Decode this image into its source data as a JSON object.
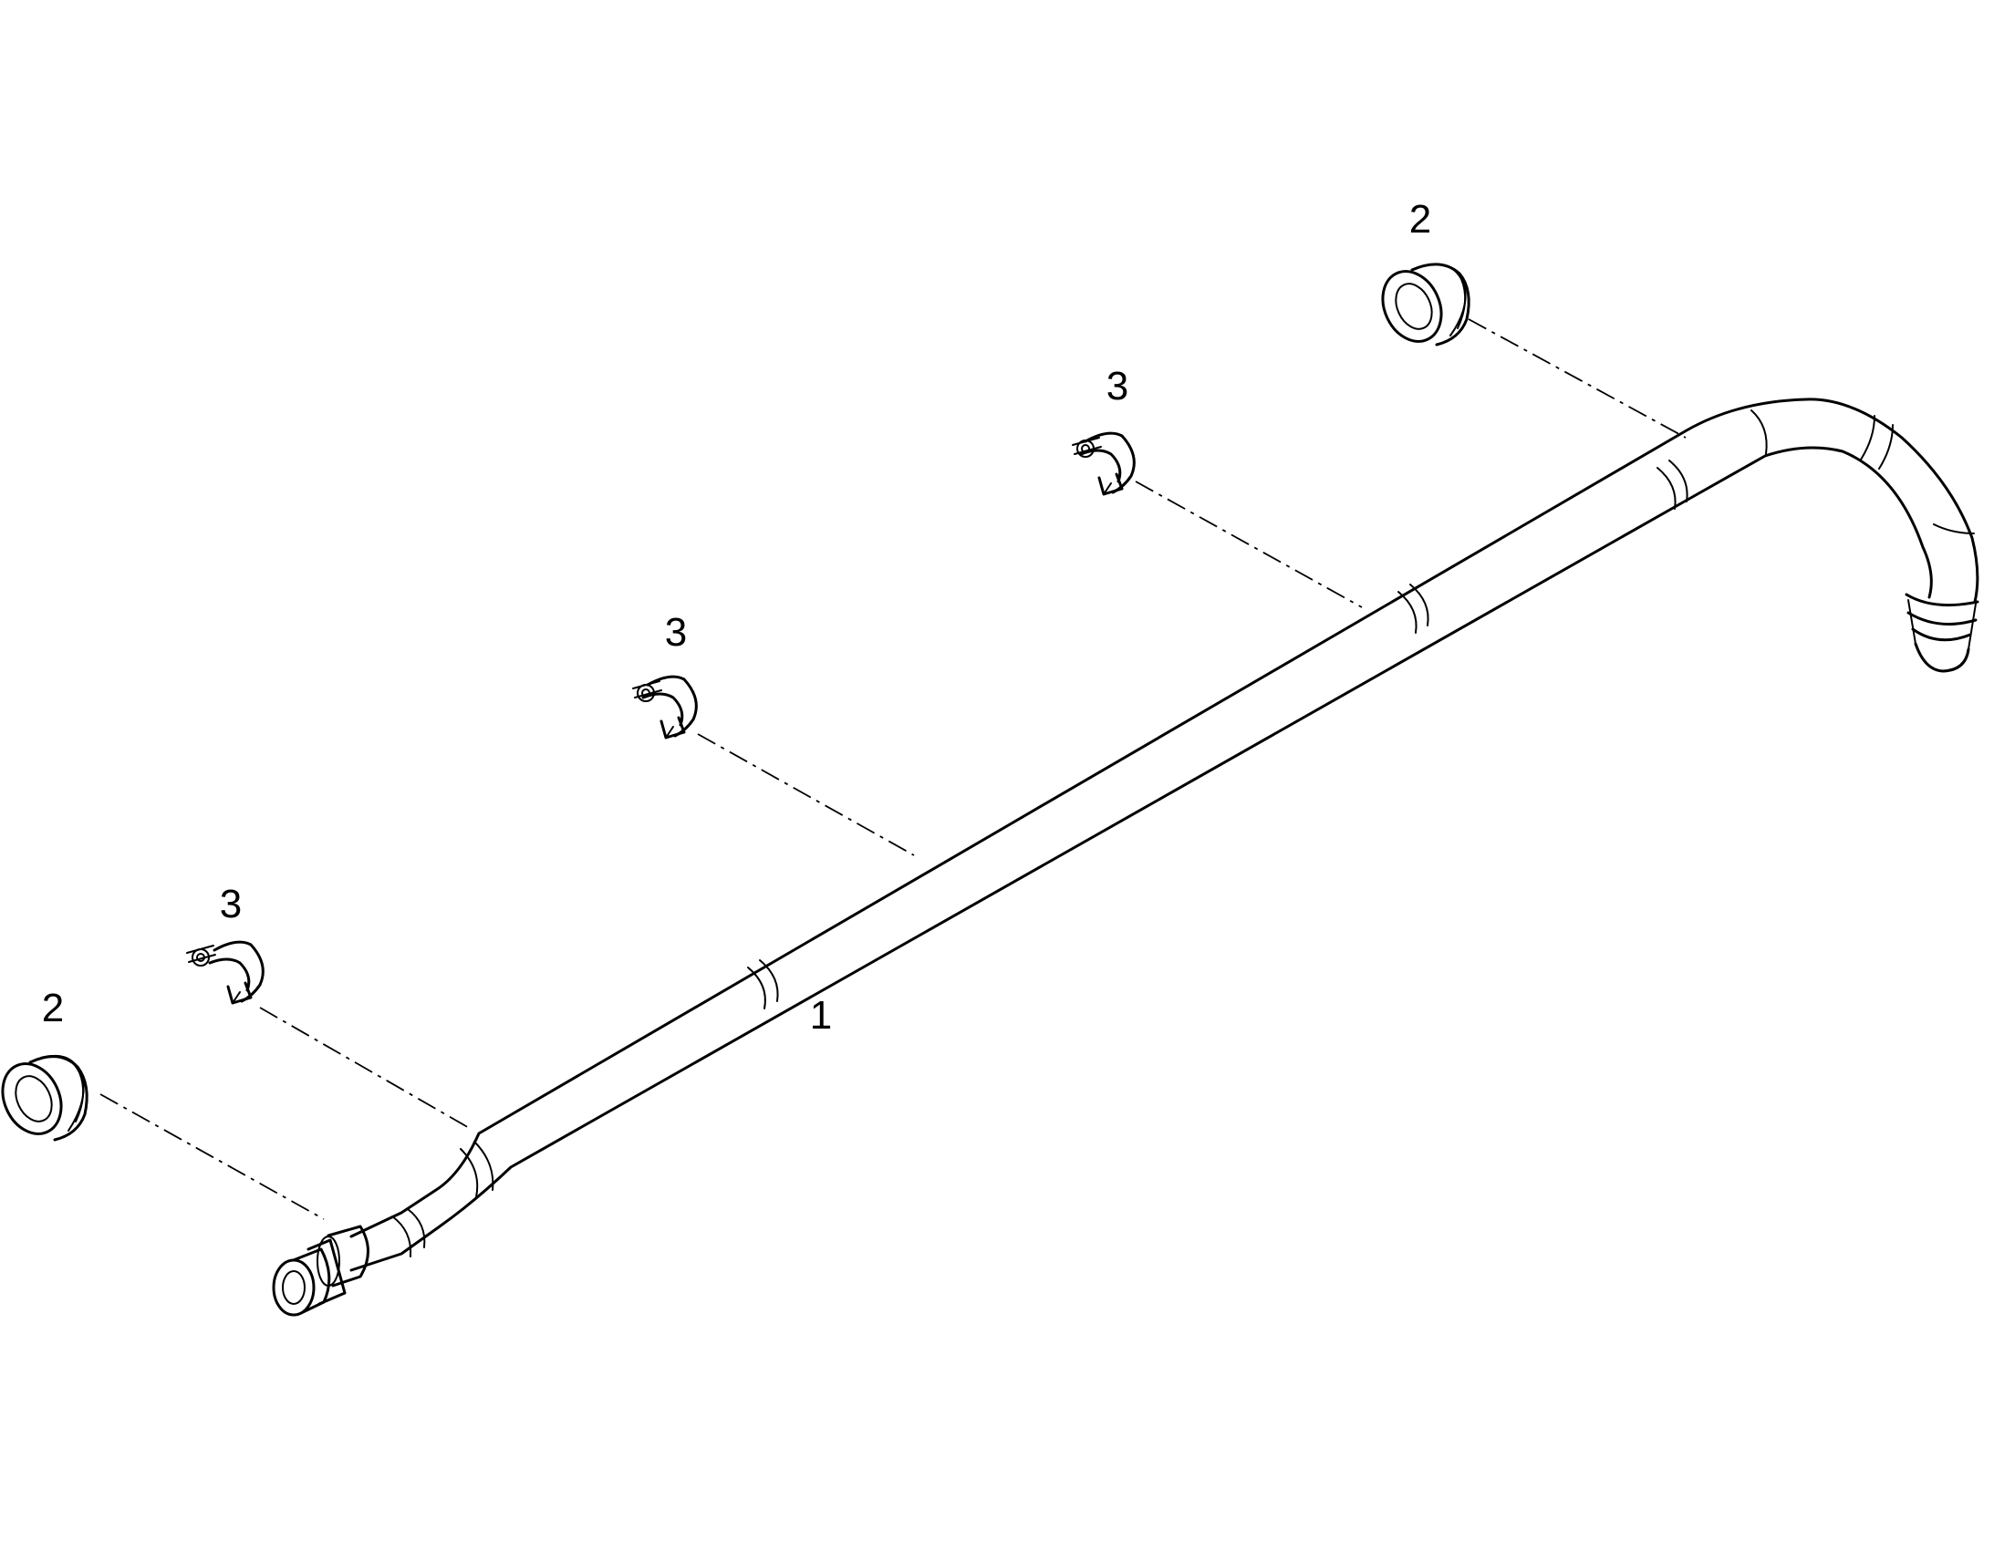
{
  "callouts": [
    {
      "id": "hose",
      "label": "1"
    },
    {
      "id": "grommet_upper",
      "label": "2"
    },
    {
      "id": "grommet_lower",
      "label": "2"
    },
    {
      "id": "clamp_upper",
      "label": "3"
    },
    {
      "id": "clamp_middle",
      "label": "3"
    },
    {
      "id": "clamp_lower",
      "label": "3"
    }
  ],
  "colors": {
    "line": "#000000",
    "background": "#ffffff"
  }
}
